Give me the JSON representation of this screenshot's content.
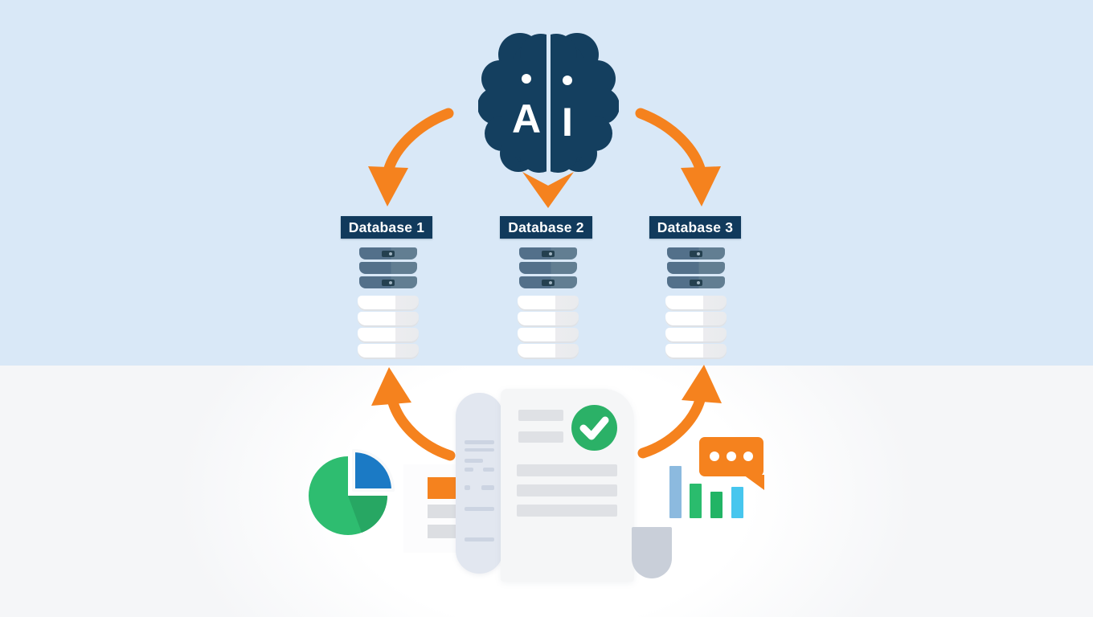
{
  "diagram": {
    "ai_node": {
      "left_letter": "A",
      "right_letter": "I"
    },
    "databases": [
      {
        "label": "Database 1"
      },
      {
        "label": "Database 2"
      },
      {
        "label": "Database 3"
      }
    ],
    "colors": {
      "background_top": "#d9e8f7",
      "background_bottom": "#f7f8f9",
      "brain_navy": "#143f5f",
      "label_navy": "#113a5c",
      "arrow_orange": "#f5821e",
      "server_slate": "#53708a",
      "pie_green": "#2ebd70",
      "pie_green_dark": "#27a763",
      "pie_blue": "#1b7ac5",
      "check_green": "#2bb167",
      "chart_bar_blue": "#8cbadf",
      "chart_bar_green": "#2abc6d",
      "chart_bar_cyan": "#47c6ee",
      "bubble_orange": "#f5821e"
    },
    "icons": [
      "brain-icon",
      "curved-arrow-icon",
      "chevron-down-icon",
      "server-stack-icon",
      "pie-chart-icon",
      "document-icon",
      "check-circle-icon",
      "bar-chart-icon",
      "speech-bubble-icon"
    ]
  }
}
